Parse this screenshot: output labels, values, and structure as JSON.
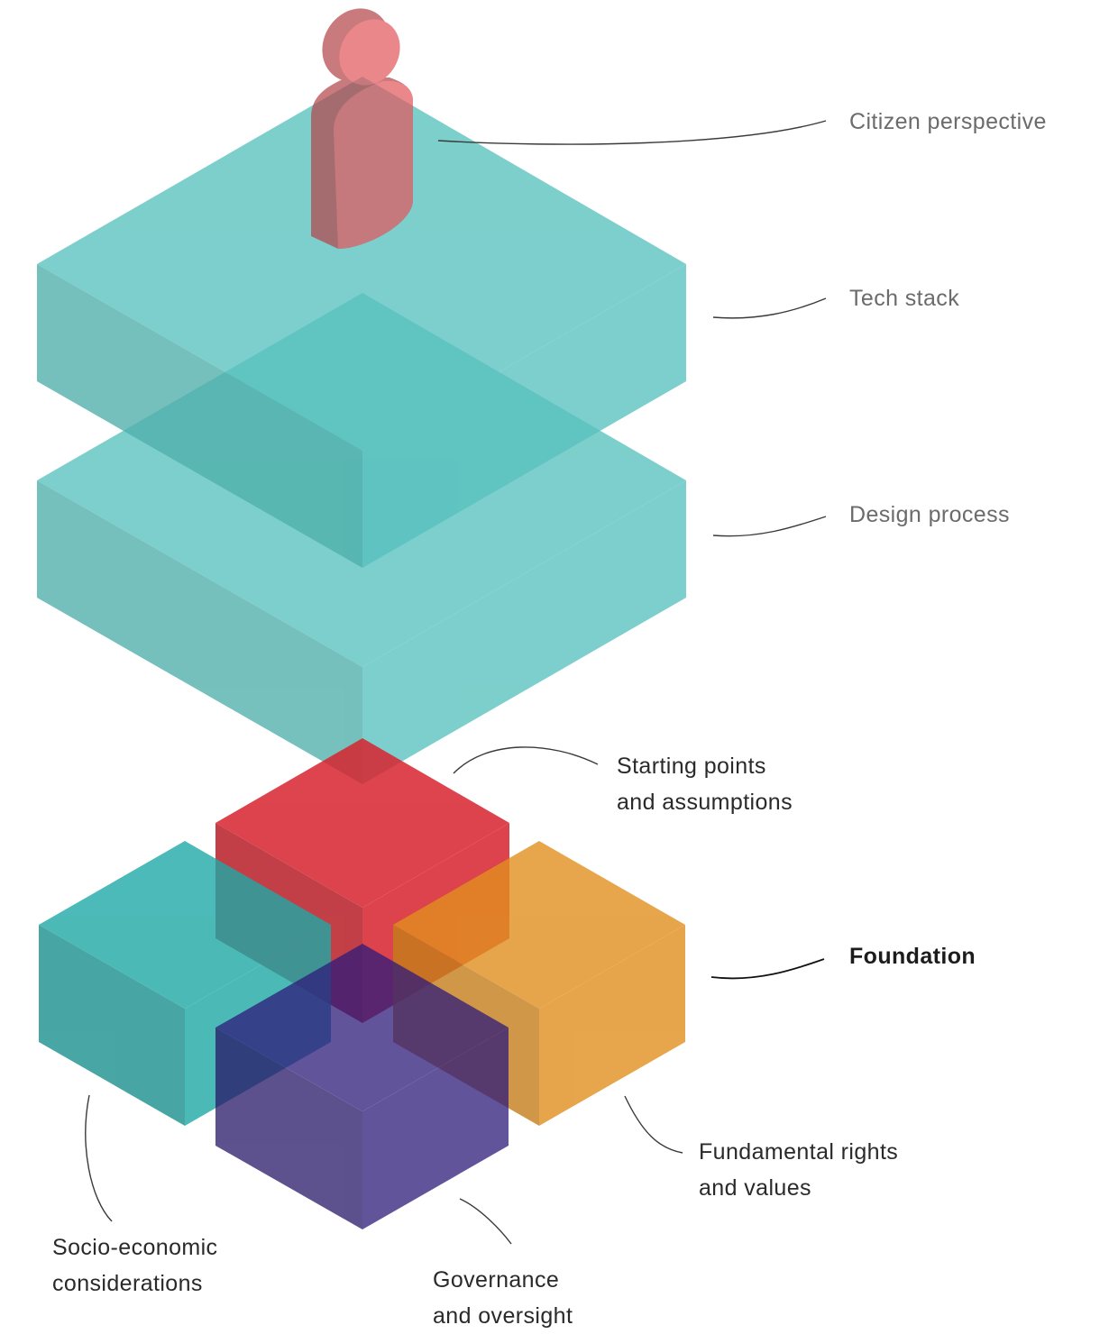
{
  "colors": {
    "teal_layer": "#58C2BE",
    "teal_block": "#1FA9A6",
    "red_block": "#D8232E",
    "orange_block": "#E18F1F",
    "purple_block": "#2E1B7A",
    "person": "#E2595F",
    "leader_line": "#3a3a3a",
    "label_text": "#6b6b6b",
    "label_dark": "#2a2a2a"
  },
  "layers": {
    "citizen": {
      "label": "Citizen perspective",
      "icon": "person-icon"
    },
    "tech": {
      "label": "Tech stack"
    },
    "design": {
      "label": "Design process"
    }
  },
  "foundation": {
    "label": "Foundation",
    "blocks": {
      "starting": {
        "line1": "Starting points",
        "line2": "and assumptions"
      },
      "rights": {
        "line1": "Fundamental rights",
        "line2": "and values"
      },
      "socio": {
        "line1": "Socio-economic",
        "line2": "considerations"
      },
      "governance": {
        "line1": "Governance",
        "line2": "and oversight"
      }
    }
  }
}
